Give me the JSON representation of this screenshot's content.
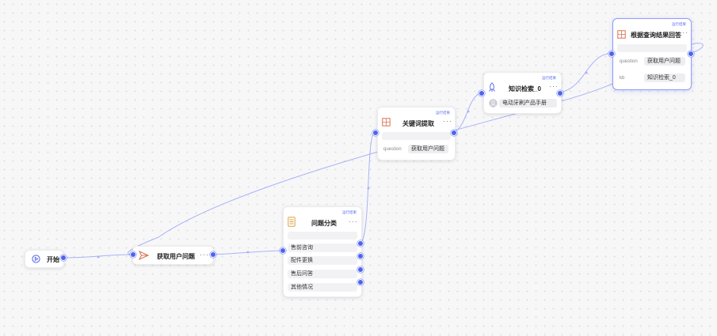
{
  "nodes": {
    "start": {
      "title": "开始"
    },
    "get_question": {
      "title": "获取用户问题",
      "more": "···"
    },
    "classify": {
      "title": "问题分类",
      "run_result": "运行结果",
      "more": "···",
      "categories": [
        "售前咨询",
        "配件更换",
        "售后问答",
        "其他情况"
      ]
    },
    "keyword": {
      "title": "关键词提取",
      "run_result": "运行结果",
      "more": "···",
      "param_label": "question",
      "param_value": "获取用户问题"
    },
    "knowledge": {
      "title": "知识检索_0",
      "run_result": "运行结果",
      "more": "···",
      "kb_name": "电动牙刷产品手册"
    },
    "answer": {
      "title": "根据查询结果回答",
      "run_result": "运行结果",
      "more": "···",
      "params": [
        {
          "label": "question",
          "value": "获取用户问题"
        },
        {
          "label": "kb",
          "value": "知识检索_0"
        }
      ]
    }
  },
  "colors": {
    "accent": "#4e63ee",
    "edge": "#a9b3f7",
    "orange": "#e0a040",
    "red": "#d9734f"
  }
}
